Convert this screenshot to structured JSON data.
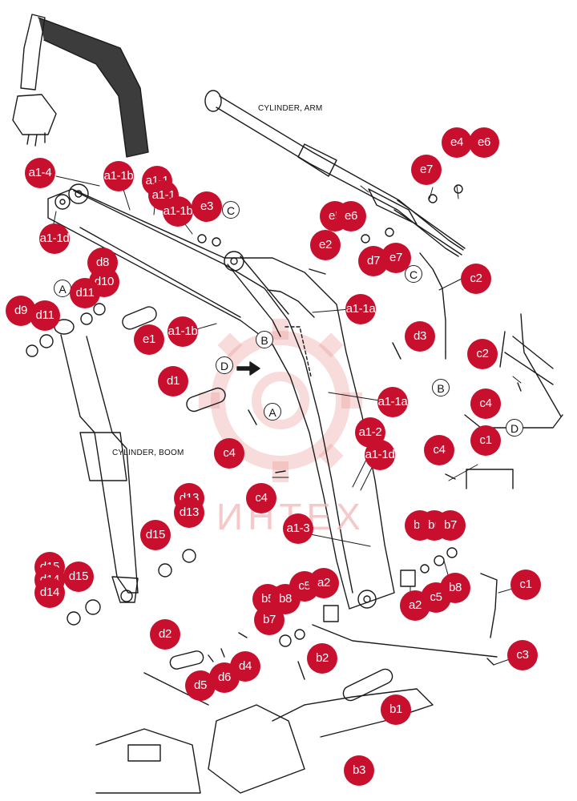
{
  "labels": {
    "cylinder_arm": "CYLINDER, ARM",
    "cylinder_boom": "CYLINDER, BOOM",
    "watermark": "ИНТЕХ"
  },
  "colors": {
    "callout": "#c8102e",
    "line": "#1a1a1a",
    "watermark": "#f2b8b8"
  },
  "view_markers": [
    "A",
    "A",
    "B",
    "B",
    "C",
    "C",
    "D",
    "D"
  ],
  "callouts": [
    "a1-4",
    "a1-1b",
    "a1-1",
    "a1-1",
    "a1-1b",
    "e3",
    "a1-1d",
    "d8",
    "d10",
    "d11",
    "d9",
    "d11",
    "e1",
    "a1-1b",
    "d1",
    "c4",
    "e4",
    "e6",
    "e7",
    "e5",
    "e6",
    "e2",
    "d7",
    "e7",
    "c2",
    "a1-1a",
    "d3",
    "c2",
    "c4",
    "a1-1a",
    "a1-2",
    "a1-1d",
    "c4",
    "c1",
    "c4",
    "a1-3",
    "b6",
    "b6",
    "b7",
    "d13",
    "d13",
    "d15",
    "d15",
    "d15",
    "d14",
    "d14",
    "b5",
    "b8",
    "c5",
    "a2",
    "b7",
    "a2",
    "c5",
    "b8",
    "c1",
    "d2",
    "d4",
    "b2",
    "d5",
    "d6",
    "c3",
    "b1",
    "b3"
  ]
}
